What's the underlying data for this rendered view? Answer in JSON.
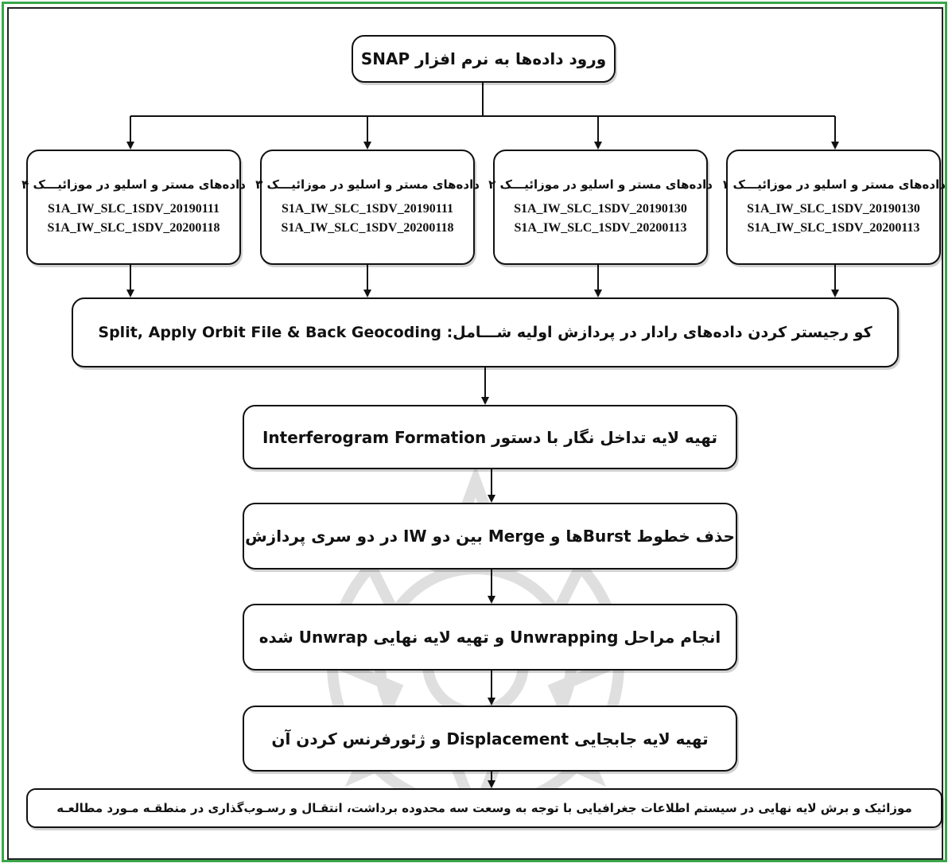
{
  "flowchart": {
    "start": "ورود داده‌ها به نرم افزار SNAP",
    "mosaics": [
      {
        "title": "داده‌های مستر و اسلیو در موزائیـــک ۱",
        "scenes": [
          "S1A_IW_SLC_1SDV_20190130",
          "S1A_IW_SLC_1SDV_20200113"
        ]
      },
      {
        "title": "داده‌های مستر و اسلیو در موزائیـــک ۲",
        "scenes": [
          "S1A_IW_SLC_1SDV_20190130",
          "S1A_IW_SLC_1SDV_20200113"
        ]
      },
      {
        "title": "داده‌های مستر و اسلیو در موزائیـــک ۳",
        "scenes": [
          "S1A_IW_SLC_1SDV_20190111",
          "S1A_IW_SLC_1SDV_20200118"
        ]
      },
      {
        "title": "داده‌های مستر و اسلیو در موزائیـــک ۴",
        "scenes": [
          "S1A_IW_SLC_1SDV_20190111",
          "S1A_IW_SLC_1SDV_20200118"
        ]
      }
    ],
    "coregistration": "کو رجیستر کردن داده‌های رادار در پردازش اولیه شـــامل: Split, Apply Orbit File & Back Geocoding",
    "interferogram": "تهیه لایه تداخل نگار با دستور Interferogram Formation",
    "deburst": "حذف خطوط Burstها و Merge بین دو IW در دو سری پردازش",
    "unwrap": "انجام مراحل Unwrapping و تهیه لایه نهایی Unwrap شده",
    "displacement": "تهیه لایه جابجایی Displacement و ژئورفرنس کردن آن",
    "final": "موزائیک و برش لایه نهایی در سیستم اطلاعات جغرافیایی با توجه به وسعت سه محدوده برداشت، انتقـال و رسـوب‌گذاری در منطقـه مـورد مطالعـه"
  },
  "colors": {
    "frame": "#3aa64a",
    "box_border": "#111111",
    "arrow": "#111111"
  }
}
